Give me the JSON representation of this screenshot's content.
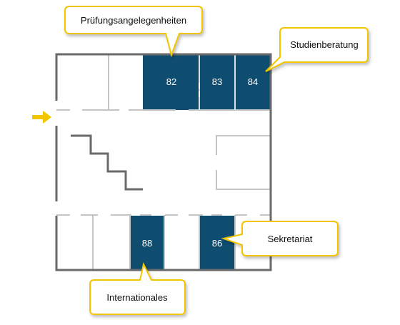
{
  "colors": {
    "room_fill": "#0f4d70",
    "wall": "#6a6a6a",
    "inner_wall": "#c4c4c4",
    "callout_border": "#f3c500",
    "arrow": "#f3c500"
  },
  "icons": {
    "entrance": "arrow-right-icon"
  },
  "rooms": [
    {
      "number": "82",
      "label": "Prüfungsangelegenheiten"
    },
    {
      "number": "83"
    },
    {
      "number": "84",
      "label": "Studienberatung"
    },
    {
      "number": "86",
      "label": "Sekretariat"
    },
    {
      "number": "88",
      "label": "Internationales"
    }
  ]
}
